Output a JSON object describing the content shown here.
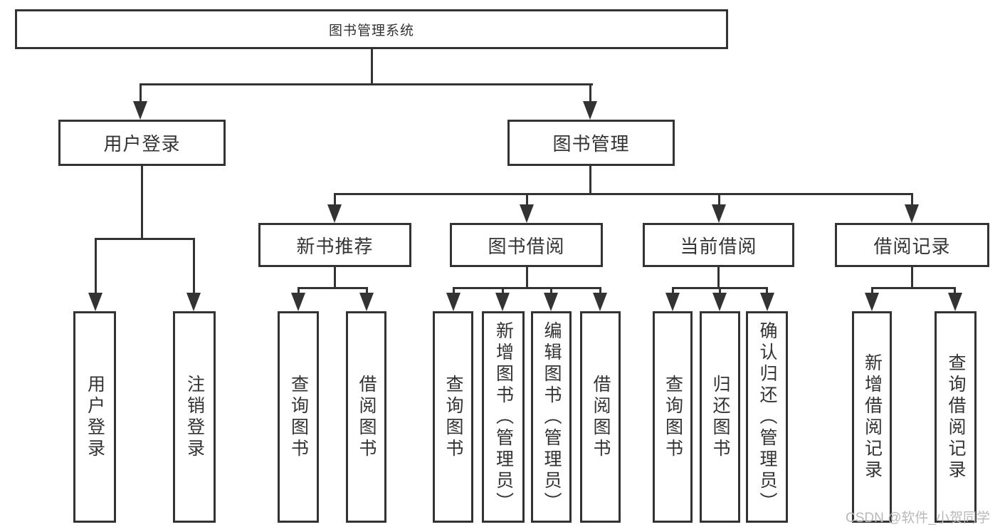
{
  "tree": {
    "root": "图书管理系统",
    "branches": [
      {
        "label": "用户登录",
        "children": [
          "用户登录",
          "注销登录"
        ]
      },
      {
        "label": "图书管理",
        "groups": [
          {
            "label": "新书推荐",
            "children": [
              "查询图书",
              "借阅图书"
            ]
          },
          {
            "label": "图书借阅",
            "children": [
              "查询图书",
              "新增图书（管理员）",
              "编辑图书（管理员）",
              "借阅图书"
            ]
          },
          {
            "label": "当前借阅",
            "children": [
              "查询图书",
              "归还图书",
              "确认归还（管理员）"
            ]
          },
          {
            "label": "借阅记录",
            "children": [
              "新增借阅记录",
              "查询借阅记录"
            ]
          }
        ]
      }
    ]
  },
  "watermark": {
    "text": "CSDN @软件_小贺同学",
    "color": "#b9b9b9"
  },
  "colors": {
    "line": "#333333",
    "text": "#333333",
    "background": "#ffffff"
  }
}
